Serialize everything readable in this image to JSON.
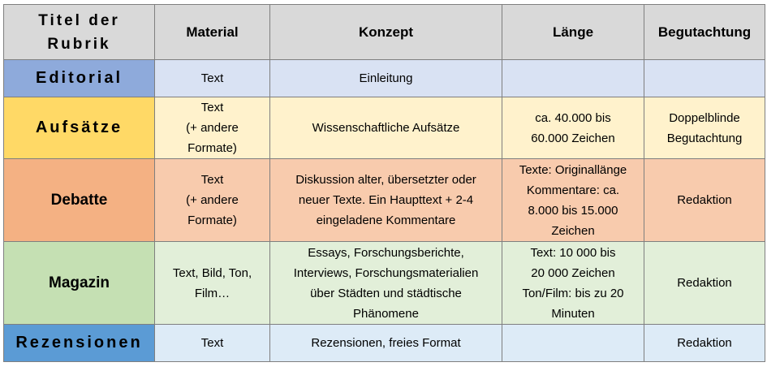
{
  "table": {
    "headers": [
      "Titel der\nRubrik",
      "Material",
      "Konzept",
      "Länge",
      "Begutachtung"
    ],
    "rows": [
      {
        "rubrik": "Editorial",
        "material": "Text",
        "konzept": "Einleitung",
        "laenge": "",
        "begutachtung": ""
      },
      {
        "rubrik": "Aufsätze",
        "material": "Text\n(+ andere\nFormate)",
        "konzept": "Wissenschaftliche Aufsätze",
        "laenge": "ca. 40.000 bis\n60.000 Zeichen",
        "begutachtung": "Doppelblinde\nBegutachtung"
      },
      {
        "rubrik": "Debatte",
        "material": "Text\n(+ andere\nFormate)",
        "konzept": "Diskussion alter, übersetzter oder\nneuer Texte. Ein Haupttext + 2-4\neingeladene Kommentare",
        "laenge": "Texte:  Originallänge\nKommentare:  ca.\n8.000 bis 15.000\nZeichen",
        "begutachtung": "Redaktion"
      },
      {
        "rubrik": "Magazin",
        "material": "Text, Bild, Ton,\nFilm…",
        "konzept": "Essays, Forschungsberichte,\nInterviews, Forschungsmaterialien\nüber Städten und städtische\nPhänomene",
        "laenge": "Text: 10 000 bis\n20 000 Zeichen\nTon/Film: bis zu 20\nMinuten",
        "begutachtung": "Redaktion"
      },
      {
        "rubrik": "Rezensionen",
        "material": "Text",
        "konzept": "Rezensionen, freies Format",
        "laenge": "",
        "begutachtung": "Redaktion"
      }
    ]
  },
  "colors": {
    "header_rubrik_bg": "#a6a6a6",
    "header_bg": "#d9d9d9",
    "editorial_title": "#8eaadb",
    "editorial_row": "#d9e2f3",
    "aufsaetze_title": "#ffd966",
    "aufsaetze_row": "#fff2cc",
    "debatte_title": "#f4b183",
    "debatte_row": "#f8cbad",
    "magazin_title": "#c5e0b3",
    "magazin_row": "#e2efd9",
    "rezensionen_title": "#5b9bd5",
    "rezensionen_row": "#ddebf7",
    "border": "#7f7f7f"
  }
}
